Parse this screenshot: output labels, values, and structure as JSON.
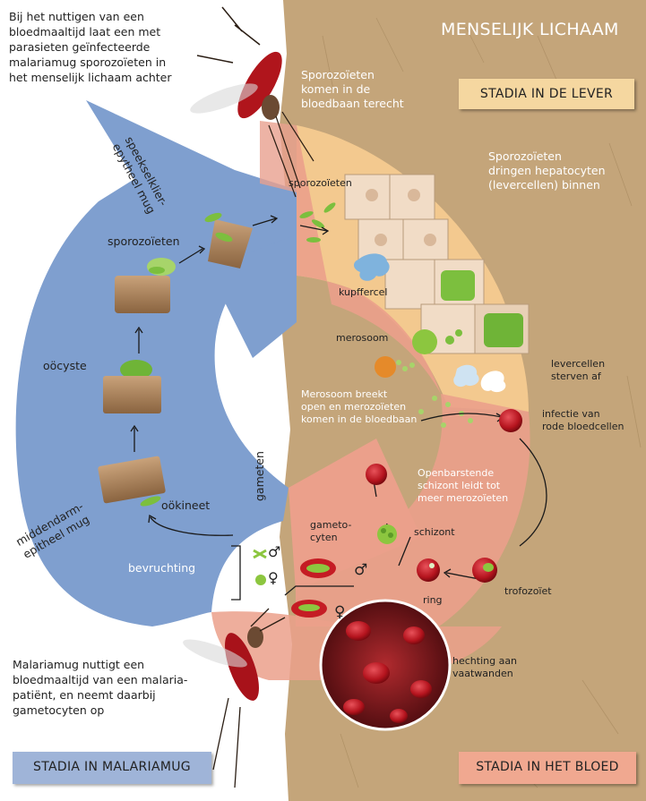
{
  "title": "MENSELIJK LICHAAM",
  "intro_top": [
    "Bij het nuttigen van een",
    "bloedmaaltijd laat een met",
    "parasieten geïnfecteerde",
    "malariamug sporozoïeten in",
    "het menselijk lichaam achter"
  ],
  "intro_bottom": [
    "Malariamug nuttigt een",
    "bloedmaaltijd van een malaria-",
    "patiënt, en neemt daarbij",
    "gametocyten op"
  ],
  "box_liver": "STADIA IN DE LEVER",
  "box_mosquito": "STADIA IN MALARIAMUG",
  "box_blood": "STADIA IN HET BLOED",
  "mosquito": {
    "salivary": [
      "speekselklier-",
      "epytheel mug"
    ],
    "sporozoites": "sporozoïeten",
    "oocyst": "oöcyste",
    "midgut": [
      "middendarm-",
      "epitheel mug"
    ],
    "ookinete": "oökineet",
    "fertilization": "bevruchting",
    "gametes": "gameten",
    "male_symbol": "♂",
    "female_symbol": "♀"
  },
  "liver": {
    "enter_blood": [
      "Sporozoïeten",
      "komen in de",
      "bloedbaan terecht"
    ],
    "enter_cells": [
      "Sporozoïeten",
      "dringen hepatocyten",
      "(levercellen) binnen"
    ],
    "sporozoites": "sporozoïeten",
    "kupffer": "kupffercel",
    "merosome": "merosoom",
    "cells_die": [
      "levercellen",
      "sterven af"
    ]
  },
  "blood": {
    "merosome_bursts": [
      "Merosoom breekt",
      "open en merozoïeten",
      "komen in de bloedbaan"
    ],
    "infect_rbc": [
      "infectie van",
      "rode bloedcellen"
    ],
    "schizont_bursts": [
      "Openbarstende",
      "schizont leidt tot",
      "meer merozoïeten"
    ],
    "schizont": "schizont",
    "gametocytes": [
      "gameto-",
      "cyten"
    ],
    "trophozoite": "trofozoïet",
    "ring": "ring",
    "adhesion": [
      "hechting aan",
      "vaatwanden"
    ]
  },
  "colors": {
    "mosquito_blue": "#7f9fcf",
    "skin": "#c4a57a",
    "liver_beige": "#f3c98f",
    "blood_salmon": "#eba08b",
    "box_liver_fill": "#f5d7a0",
    "box_mosquito_fill": "#9fb4d8",
    "box_blood_fill": "#f0a890"
  }
}
